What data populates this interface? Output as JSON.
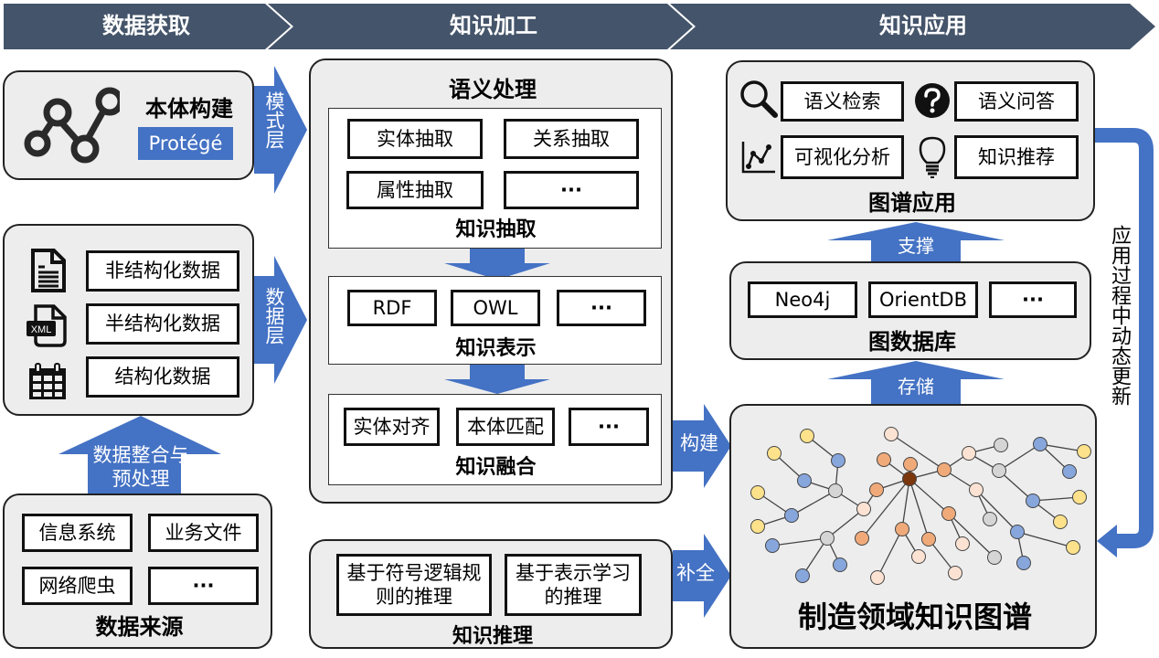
{
  "colors": {
    "header_bg": "#44546a",
    "arrow_blue": "#4472c4",
    "panel_bg": "#ededed",
    "node_blue": "#87a6dc",
    "node_yellow": "#fde28b",
    "node_gray": "#d5d5d5",
    "node_orange": "#f0aa7a",
    "node_peach": "#fbe2d3",
    "node_center": "#7b360c"
  },
  "header": {
    "stages": [
      "数据获取",
      "知识加工",
      "知识应用"
    ]
  },
  "acquisition": {
    "ontology": {
      "title": "本体构建",
      "tool": "Protégé",
      "icon": "ontology-graph-icon"
    },
    "data_types": {
      "items": [
        {
          "label": "非结构化数据",
          "icon": "document-icon"
        },
        {
          "label": "半结构化数据",
          "icon": "xml-file-icon"
        },
        {
          "label": "结构化数据",
          "icon": "table-calendar-icon"
        }
      ]
    },
    "integrate_arrow": "数据整合与预处理",
    "sources": {
      "title": "数据来源",
      "items": [
        "信息系统",
        "业务文件",
        "网络爬虫",
        "···"
      ]
    },
    "schema_arrow": "模式层",
    "data_arrow": "数据层"
  },
  "processing": {
    "semantic": {
      "title": "语义处理",
      "extraction": {
        "title": "知识抽取",
        "items": [
          "实体抽取",
          "关系抽取",
          "属性抽取",
          "···"
        ]
      },
      "representation": {
        "title": "知识表示",
        "items": [
          "RDF",
          "OWL",
          "···"
        ]
      },
      "fusion": {
        "title": "知识融合",
        "items": [
          "实体对齐",
          "本体匹配",
          "···"
        ]
      }
    },
    "reasoning": {
      "title": "知识推理",
      "items": [
        "基于符号逻辑规则的推理",
        "基于表示学习的推理"
      ]
    },
    "build_arrow": "构建",
    "complete_arrow": "补全"
  },
  "application": {
    "apps": {
      "title": "图谱应用",
      "items": [
        {
          "label": "语义检索",
          "icon": "search-icon"
        },
        {
          "label": "语义问答",
          "icon": "question-icon"
        },
        {
          "label": "可视化分析",
          "icon": "chart-icon"
        },
        {
          "label": "知识推荐",
          "icon": "lightbulb-icon"
        }
      ]
    },
    "support_arrow": "支撑",
    "graph_db": {
      "title": "图数据库",
      "items": [
        "Neo4j",
        "OrientDB",
        "···"
      ]
    },
    "store_arrow": "存储",
    "kg": {
      "title": "制造领域知识图谱"
    },
    "feedback_arrow": "应用过程中动态更新"
  }
}
